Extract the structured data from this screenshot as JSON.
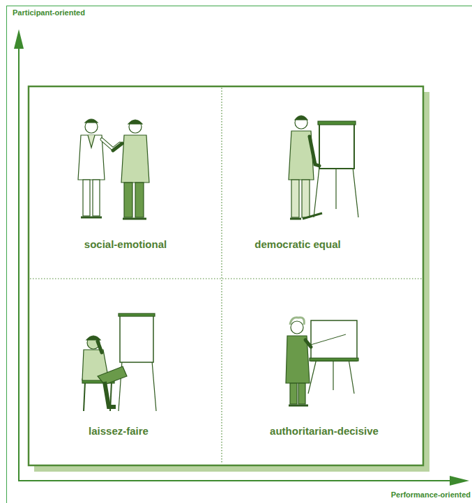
{
  "diagram": {
    "nodes": [
      {
        "text": [
          "social-emotional"
        ]
      },
      {
        "text": [
          "democratic equal"
        ]
      },
      {
        "text": [
          "laissez-faire"
        ]
      },
      {
        "text": [
          "authoritarian-decisive"
        ]
      }
    ],
    "labels": [
      "Participant-oriented",
      "Performance-oriented"
    ]
  }
}
